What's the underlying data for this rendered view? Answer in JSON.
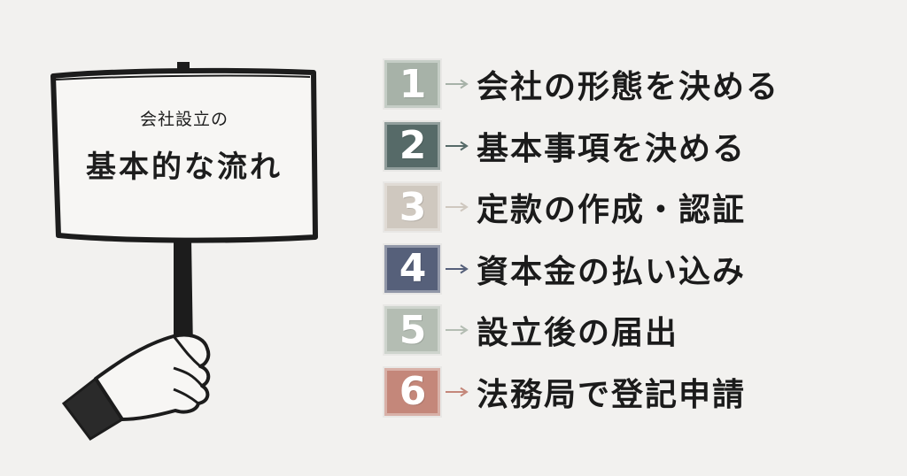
{
  "sign": {
    "subtitle": "会社設立の",
    "title": "基本的な流れ"
  },
  "steps": [
    {
      "number": "1",
      "label": "会社の形態を決める",
      "color": "#a7b2a8"
    },
    {
      "number": "2",
      "label": "基本事項を決める",
      "color": "#566a68"
    },
    {
      "number": "3",
      "label": "定款の作成・認証",
      "color": "#cfc8bf"
    },
    {
      "number": "4",
      "label": "資本金の払い込み",
      "color": "#56607a"
    },
    {
      "number": "5",
      "label": "設立後の届出",
      "color": "#b4bdb3"
    },
    {
      "number": "6",
      "label": "法務局で登記申請",
      "color": "#c4877a"
    }
  ],
  "icons": {
    "sign": "hand-holding-sign-icon",
    "arrow": "arrow-right-icon"
  }
}
